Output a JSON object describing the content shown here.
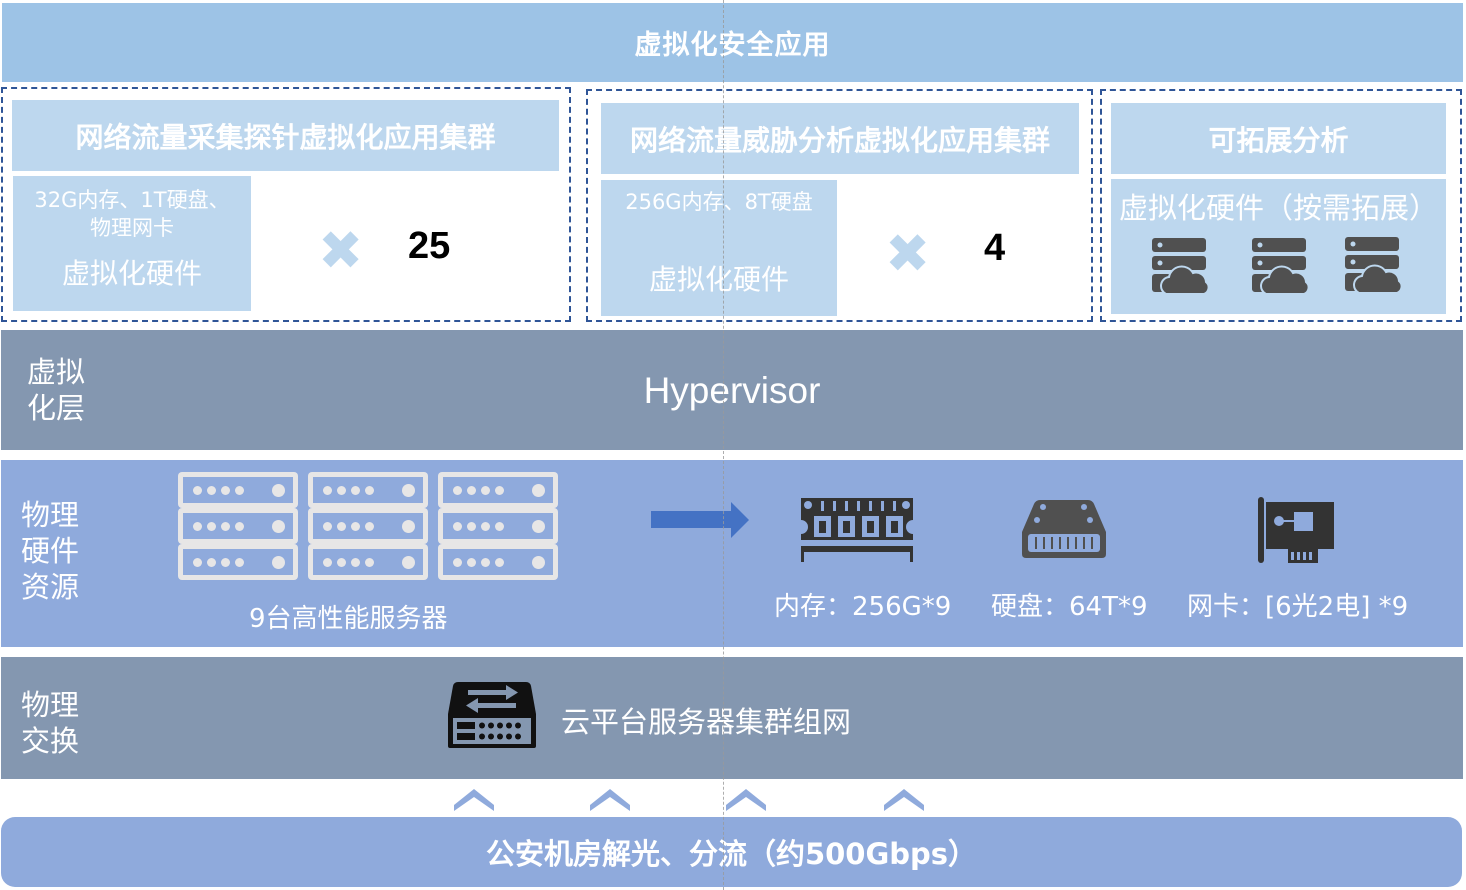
{
  "title": "虚拟化安全应用",
  "clusters": [
    {
      "name": "网络流量采集探针虚拟化应用集群",
      "hw_spec_line1": "32G内存、1T硬盘、",
      "hw_spec_line2": "物理网卡",
      "hw_title": "虚拟化硬件",
      "multiplier_icon": "times-icon",
      "count": "25"
    },
    {
      "name": "网络流量威胁分析虚拟化应用集群",
      "hw_spec_line1": "256G内存、8T硬盘",
      "hw_title": "虚拟化硬件",
      "multiplier_icon": "times-icon",
      "count": "4"
    },
    {
      "name": "可拓展分析",
      "hw_title": "虚拟化硬件（按需拓展）",
      "icons": [
        "cloud-server-icon",
        "cloud-server-icon",
        "cloud-server-icon"
      ]
    }
  ],
  "virtualization_layer": {
    "label_line1": "虚拟",
    "label_line2": "化层",
    "text": "Hypervisor"
  },
  "physical_hardware": {
    "label_line1": "物理",
    "label_line2": "硬件",
    "label_line3": "资源",
    "server_caption": "9台高性能服务器",
    "server_count": 9,
    "components": [
      {
        "icon": "memory-icon",
        "label": "内存：256G*9"
      },
      {
        "icon": "hard-disk-icon",
        "label": "硬盘：64T*9"
      },
      {
        "icon": "network-card-icon",
        "label": "网卡：[6光2电] *9"
      }
    ]
  },
  "physical_switch": {
    "label_line1": "物理",
    "label_line2": "交换",
    "text": "云平台服务器集群组网",
    "icon": "network-switch-icon"
  },
  "bottom": {
    "text": "公安机房解光、分流（约500Gbps）"
  },
  "colors": {
    "top_band": "#9dc3e6",
    "cluster_fill": "#bdd7ee",
    "cluster_border": "#2f5597",
    "gray_band": "#8497b0",
    "blue_band": "#8faadc",
    "arrow": "#4472c4",
    "icon_dark": "#333333"
  }
}
